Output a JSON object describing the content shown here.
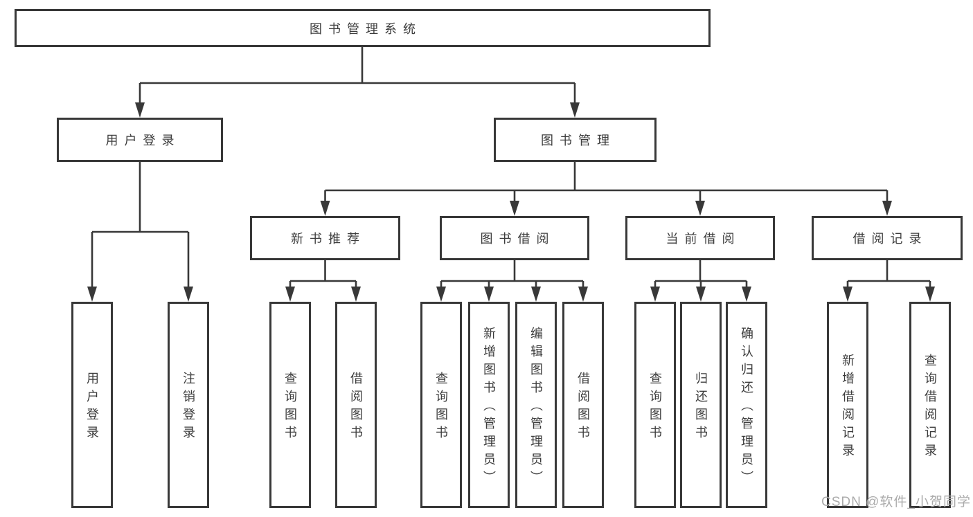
{
  "diagram": {
    "title": "图书管理系统",
    "branches": [
      {
        "label": "用户登录",
        "children": [
          {
            "label": "用户登录"
          },
          {
            "label": "注销登录"
          }
        ]
      },
      {
        "label": "图书管理",
        "children": [
          {
            "label": "新书推荐",
            "children": [
              {
                "label": "查询图书"
              },
              {
                "label": "借阅图书"
              }
            ]
          },
          {
            "label": "图书借阅",
            "children": [
              {
                "label": "查询图书"
              },
              {
                "label": "新增图书（管理员）"
              },
              {
                "label": "编辑图书（管理员）"
              },
              {
                "label": "借阅图书"
              }
            ]
          },
          {
            "label": "当前借阅",
            "children": [
              {
                "label": "查询图书"
              },
              {
                "label": "归还图书"
              },
              {
                "label": "确认归还（管理员）"
              }
            ]
          },
          {
            "label": "借阅记录",
            "children": [
              {
                "label": "新增借阅记录"
              },
              {
                "label": "查询借阅记录"
              }
            ]
          }
        ]
      }
    ]
  },
  "watermark": {
    "text": "CSDN @软件_小贺同学"
  },
  "colors": {
    "line": "#383838",
    "text": "#3c3c3c",
    "watermark": "#ababab",
    "background": "#ffffff"
  }
}
